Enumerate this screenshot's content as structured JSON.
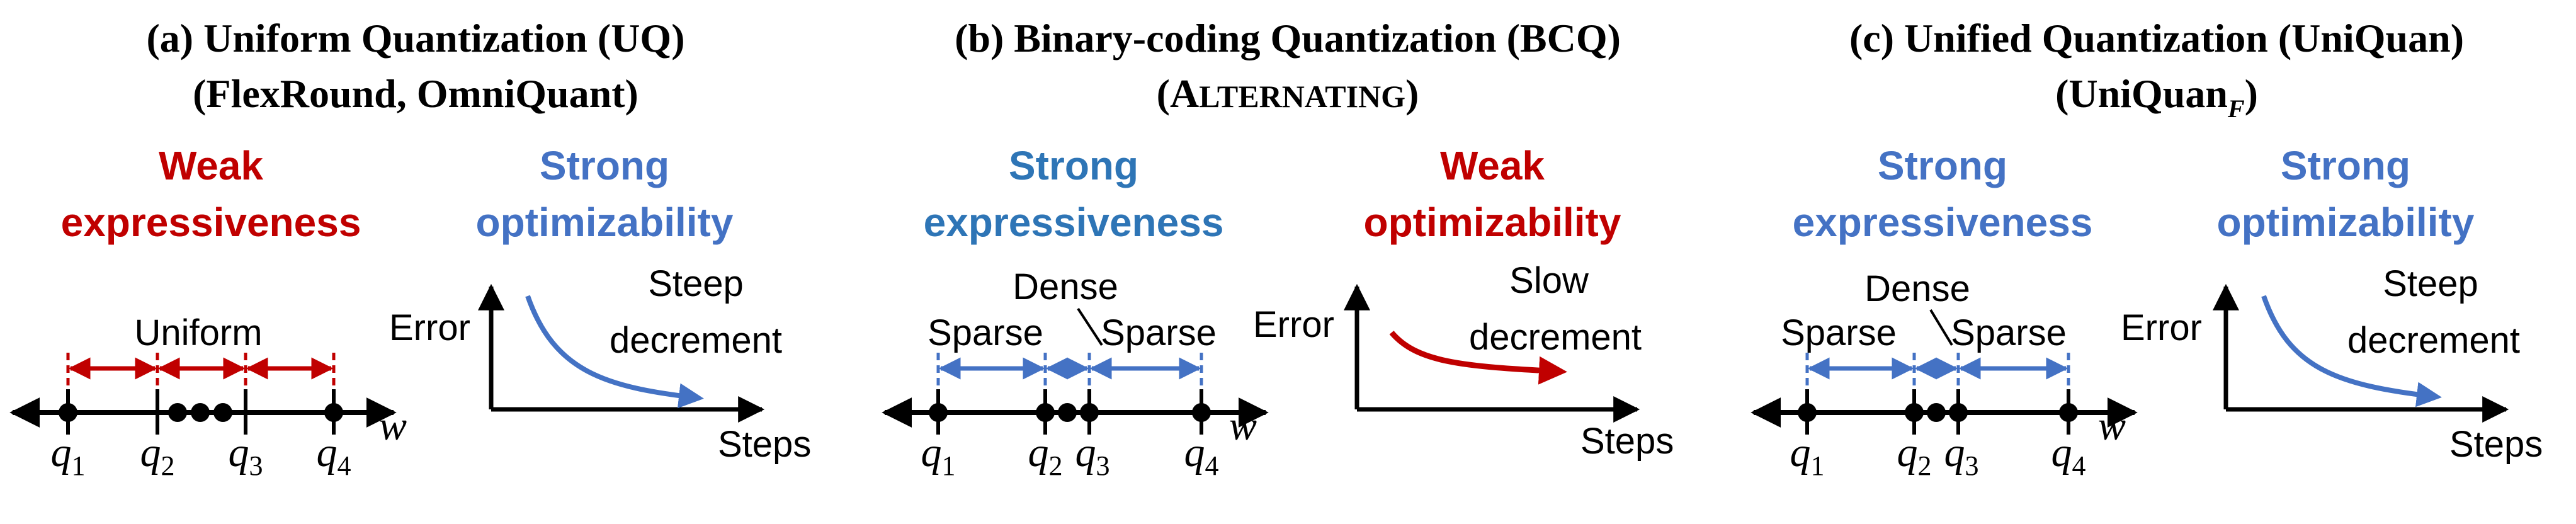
{
  "panels": [
    {
      "title_line1": "(a) Uniform Quantization (UQ)",
      "title_line2": "(FlexRound, OmniQuant)",
      "expressiveness_line1": "Weak",
      "expressiveness_line2": "expressiveness",
      "optimizability_line1": "Strong",
      "optimizability_line2": "optimizability",
      "axis_label_top": "Uniform",
      "axis_label_dense": "",
      "axis_label_sparse_left": "",
      "axis_label_sparse_right": "",
      "curve_label_line1": "Steep",
      "curve_label_line2": "decrement"
    },
    {
      "title_line1": "(b) Binary-coding Quantization (BCQ)",
      "title_line2_open": "(",
      "title_line2_big": "A",
      "title_line2_small": "LTERNATING",
      "title_line2_close": ")",
      "expressiveness_line1": "Strong",
      "expressiveness_line2": "expressiveness",
      "optimizability_line1": "Weak",
      "optimizability_line2": "optimizability",
      "axis_label_top": "",
      "axis_label_dense": "Dense",
      "axis_label_sparse_left": "Sparse",
      "axis_label_sparse_right": "Sparse",
      "curve_label_line1": "Slow",
      "curve_label_line2": "decrement"
    },
    {
      "title_line1": "(c) Unified Quantization (UniQuan)",
      "title_line2_main": "(UniQuan",
      "title_line2_sub": "F",
      "title_line2_close": ")",
      "expressiveness_line1": "Strong",
      "expressiveness_line2": "expressiveness",
      "optimizability_line1": "Strong",
      "optimizability_line2": "optimizability",
      "axis_label_top": "",
      "axis_label_dense": "Dense",
      "axis_label_sparse_left": "Sparse",
      "axis_label_sparse_right": "Sparse",
      "curve_label_line1": "Steep",
      "curve_label_line2": "decrement"
    }
  ],
  "axis": {
    "x_label": "Steps",
    "y_label": "Error",
    "w_label": "w",
    "q_symbol": "q",
    "q_subscripts": [
      "1",
      "2",
      "3",
      "4"
    ]
  },
  "colors": {
    "strong_blue": "#4472c4",
    "strong_blue_b": "#2e75b6",
    "weak_red": "#c00000",
    "arrow_red": "#c00000",
    "arrow_blue": "#4472c4",
    "black": "#000000"
  }
}
